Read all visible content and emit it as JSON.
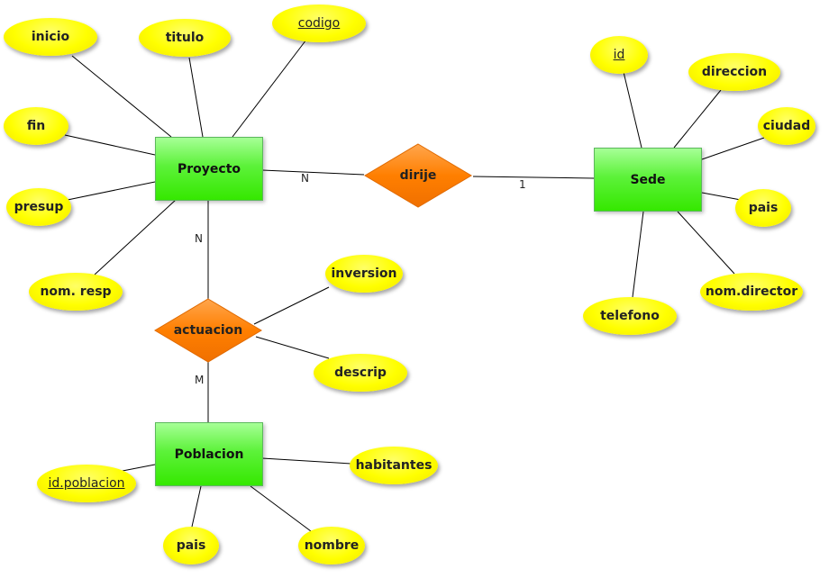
{
  "entities": {
    "proyecto": "Proyecto",
    "sede": "Sede",
    "poblacion": "Poblacion"
  },
  "relationships": {
    "dirije": "dirije",
    "actuacion": "actuacion"
  },
  "attributes": {
    "proyecto": {
      "inicio": "inicio",
      "titulo": "titulo",
      "codigo": "codigo",
      "fin": "fin",
      "presup": "presup",
      "nom_resp": "nom. resp"
    },
    "sede": {
      "id": "id",
      "direccion": "direccion",
      "ciudad": "ciudad",
      "pais": "pais",
      "nom_director": "nom.director",
      "telefono": "telefono"
    },
    "actuacion": {
      "inversion": "inversion",
      "descrip": "descrip"
    },
    "poblacion": {
      "id_poblacion": "id.poblacion",
      "habitantes": "habitantes",
      "pais": "pais",
      "nombre": "nombre"
    }
  },
  "cardinalities": {
    "proyecto_dirije": "N",
    "sede_dirije": "1",
    "proyecto_actuacion": "N",
    "poblacion_actuacion": "M"
  },
  "colors": {
    "attribute_fill": "#ffff00",
    "entity_fill": "#35e800",
    "relationship_fill": "#ff7f00",
    "line": "#000000"
  }
}
